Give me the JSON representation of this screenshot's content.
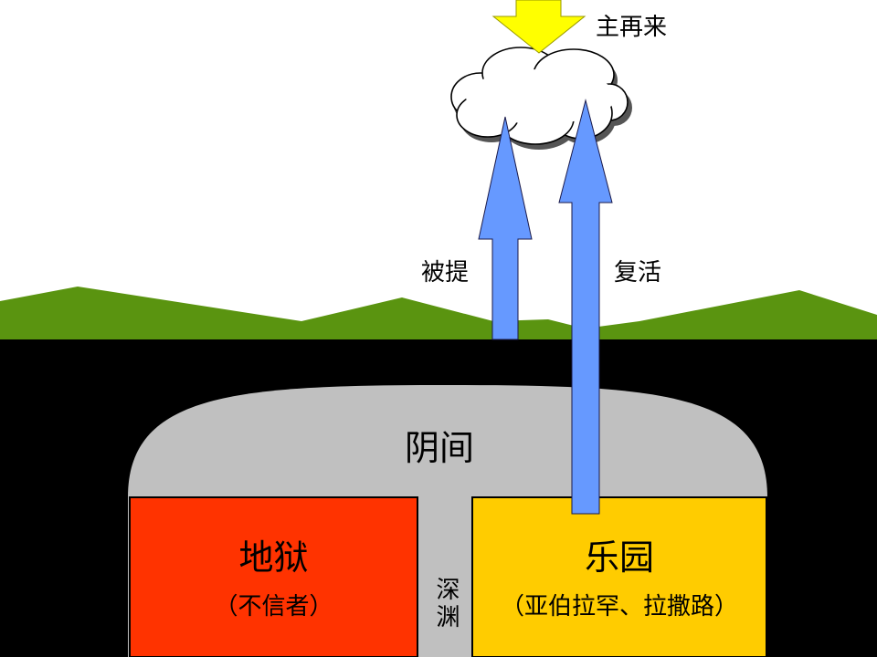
{
  "labels": {
    "second_coming": "主再来",
    "rapture": "被提",
    "resurrection": "复活",
    "hades": "阴间",
    "hell": "地狱",
    "hell_note": "（不信者）",
    "abyss": "深渊",
    "paradise": "乐园",
    "paradise_note": "（亚伯拉罕、拉撒路）"
  },
  "colors": {
    "grass": "#5a9410",
    "ground": "#000000",
    "hades": "#c0c0c0",
    "hell": "#ff3300",
    "paradise": "#ffcc00",
    "arrow_blue": "#6699ff",
    "arrow_down": "#ffff00",
    "cloud": "#ffffff"
  }
}
